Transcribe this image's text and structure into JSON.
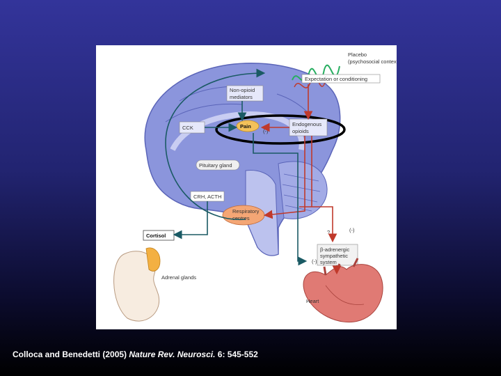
{
  "figure": {
    "labels": {
      "placebo": "Placebo",
      "context": "(psychosocial context)",
      "expectation": "Expectation or conditioning",
      "nonopioid_1": "Non-opioid",
      "nonopioid_2": "mediators",
      "cck": "CCK",
      "pain": "Pain",
      "minus_pain": "(-)",
      "endogenous_1": "Endogenous",
      "endogenous_2": "opioids",
      "pituitary": "Pituitary gland",
      "crh": "CRH, ACTH",
      "respiratory_1": "Respiratory",
      "respiratory_2": "centres",
      "cortisol": "Cortisol",
      "question": "?",
      "minus_right": "(-)",
      "sympathetic_1": "β-adrenergic",
      "sympathetic_2": "sympathetic",
      "sympathetic_3": "system",
      "minus_heart": "(-)",
      "adrenal": "Adrenal glands",
      "heart": "Heart"
    },
    "colors": {
      "brain": "#8b95dc",
      "brain_edge": "#5a64b8",
      "arrow_dark": "#1a5a64",
      "arrow_red": "#c0392b",
      "highlight_ring": "#000000",
      "heart": "#e07a74"
    }
  },
  "citation": {
    "authors": "Colloca and Benedetti (2005) ",
    "journal": "Nature Rev. Neurosci.",
    "ref": " 6: 545-552"
  }
}
